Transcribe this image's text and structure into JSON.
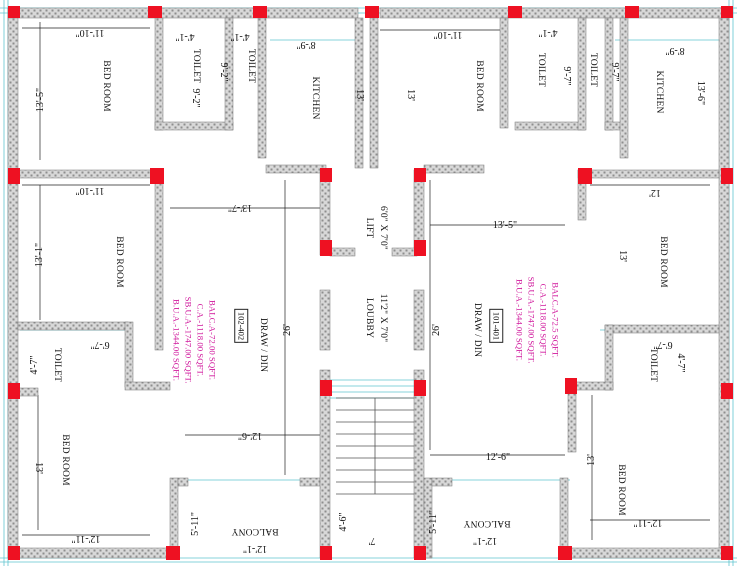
{
  "colors": {
    "wall": "#9a9a9a",
    "column": "#ee1122",
    "dimline": "#5fc4cf",
    "area_text": "#d0179c"
  },
  "rooms": {
    "bed_tl": "BED ROOM",
    "bed_ml": "BED ROOM",
    "bed_bl": "BED ROOM",
    "bed_tr": "BED ROOM",
    "bed_mr": "BED ROOM",
    "bed_br": "BED ROOM",
    "toilet_1": "TOILET",
    "toilet_2": "TOILET",
    "toilet_3": "TOILET",
    "toilet_4": "TOILET",
    "toilet_5": "TOILET",
    "toilet_6": "TOILET",
    "kitchen_l": "KITCHEN",
    "kitchen_r": "KITCHEN",
    "draw_l": "DRAW / DIN",
    "draw_r": "DRAW / DIN",
    "lift": "LIFT",
    "lift_size": "6'0\" X 7'0\"",
    "loubby": "LOUBBY",
    "loubby_size": "11'2\" X 7'0\"",
    "balcony_l": "BALCONY",
    "balcony_r": "BALCONY"
  },
  "flats": {
    "left": {
      "id": "102-402",
      "bua": "B.U.A.-1344.00 SQFT.",
      "sbua": "SB.U.A.-1747.00 SQFT.",
      "ca": "C.A.-1118.00 SQFT.",
      "balc": "BALC.A-72.00 SQFT."
    },
    "right": {
      "id": "101-401",
      "bua": "B.U.A.-1344.00 SQFT.",
      "sbua": "SB.U.A.-1747.00 SQFT.",
      "ca": "C.A.-1118.00 SQFT.",
      "balc": "BALC.A-72.5 SQFT."
    }
  },
  "dims": {
    "d1": "11'-10\"",
    "d2": "4'-1\"",
    "d3": "4'-1\"",
    "d4": "8'-9\"",
    "d5": "13'-5\"",
    "d6": "9'-2\"",
    "d7": "9'-2\"",
    "d8": "13'",
    "d9": "13'",
    "d10": "11'-10\"",
    "d11": "4'-1\"",
    "d12": "8'-9\"",
    "d13": "9'-7\"",
    "d14": "9'-7\"",
    "d15": "13'-6\"",
    "d16": "11'-10\"",
    "d17": "13'-7\"",
    "d18": "13'-1\"",
    "d19": "26'",
    "d20": "13'-5\"",
    "d21": "12'",
    "d22": "13'",
    "d23": "26'",
    "d24": "6'-7\"",
    "d25": "4'-7\"",
    "d26": "12'-6\"",
    "d27": "13'",
    "d28": "12'-11\"",
    "d29": "5'-11\"",
    "d30": "12'-1\"",
    "d31": "4'-6\"",
    "d32": "7'",
    "d33": "5'-11\"",
    "d34": "12'-1\"",
    "d35": "12'-6\"",
    "d36": "6'-7\"",
    "d37": "4'-7\"",
    "d38": "13'",
    "d39": "12'-11\""
  }
}
